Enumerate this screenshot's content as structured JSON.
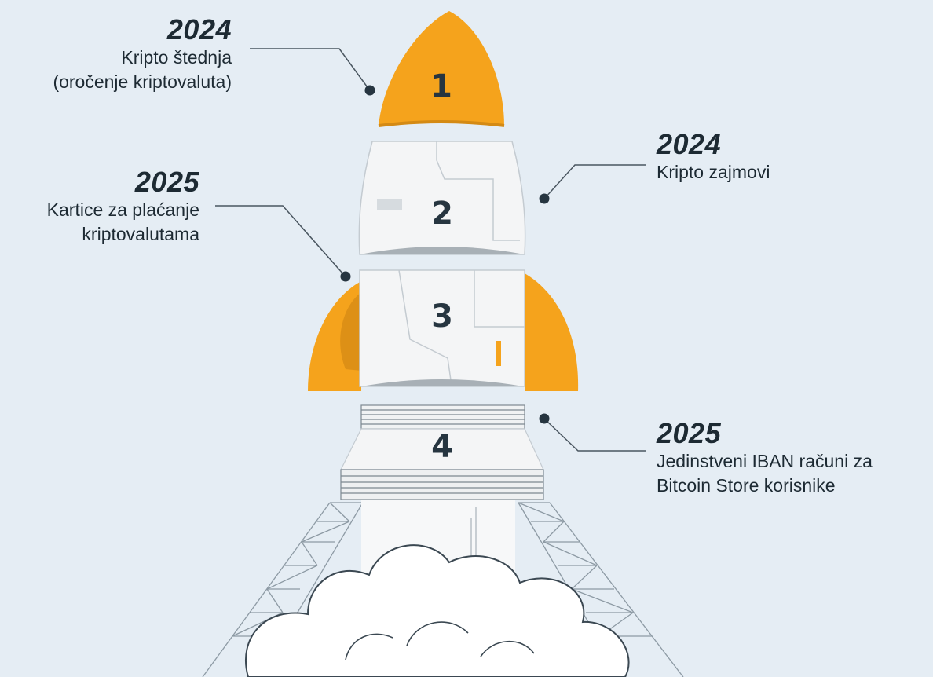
{
  "milestones": [
    {
      "stage": "1",
      "year": "2024",
      "lines": [
        "Kripto štednja",
        "(oročenje kriptovaluta)"
      ]
    },
    {
      "stage": "2",
      "year": "2024",
      "lines": [
        "Kripto zajmovi"
      ]
    },
    {
      "stage": "3",
      "year": "2025",
      "lines": [
        "Kartice za plaćanje",
        "kriptovalutama"
      ]
    },
    {
      "stage": "4",
      "year": "2025",
      "lines": [
        "Jedinstveni IBAN računi za",
        "Bitcoin Store korisnike"
      ]
    }
  ],
  "colors": {
    "background": "#e5edf4",
    "accent": "#f5a31c",
    "accent_dark": "#d48a14",
    "module": "#f4f5f6",
    "ink": "#263540",
    "line": "#4a5660"
  }
}
